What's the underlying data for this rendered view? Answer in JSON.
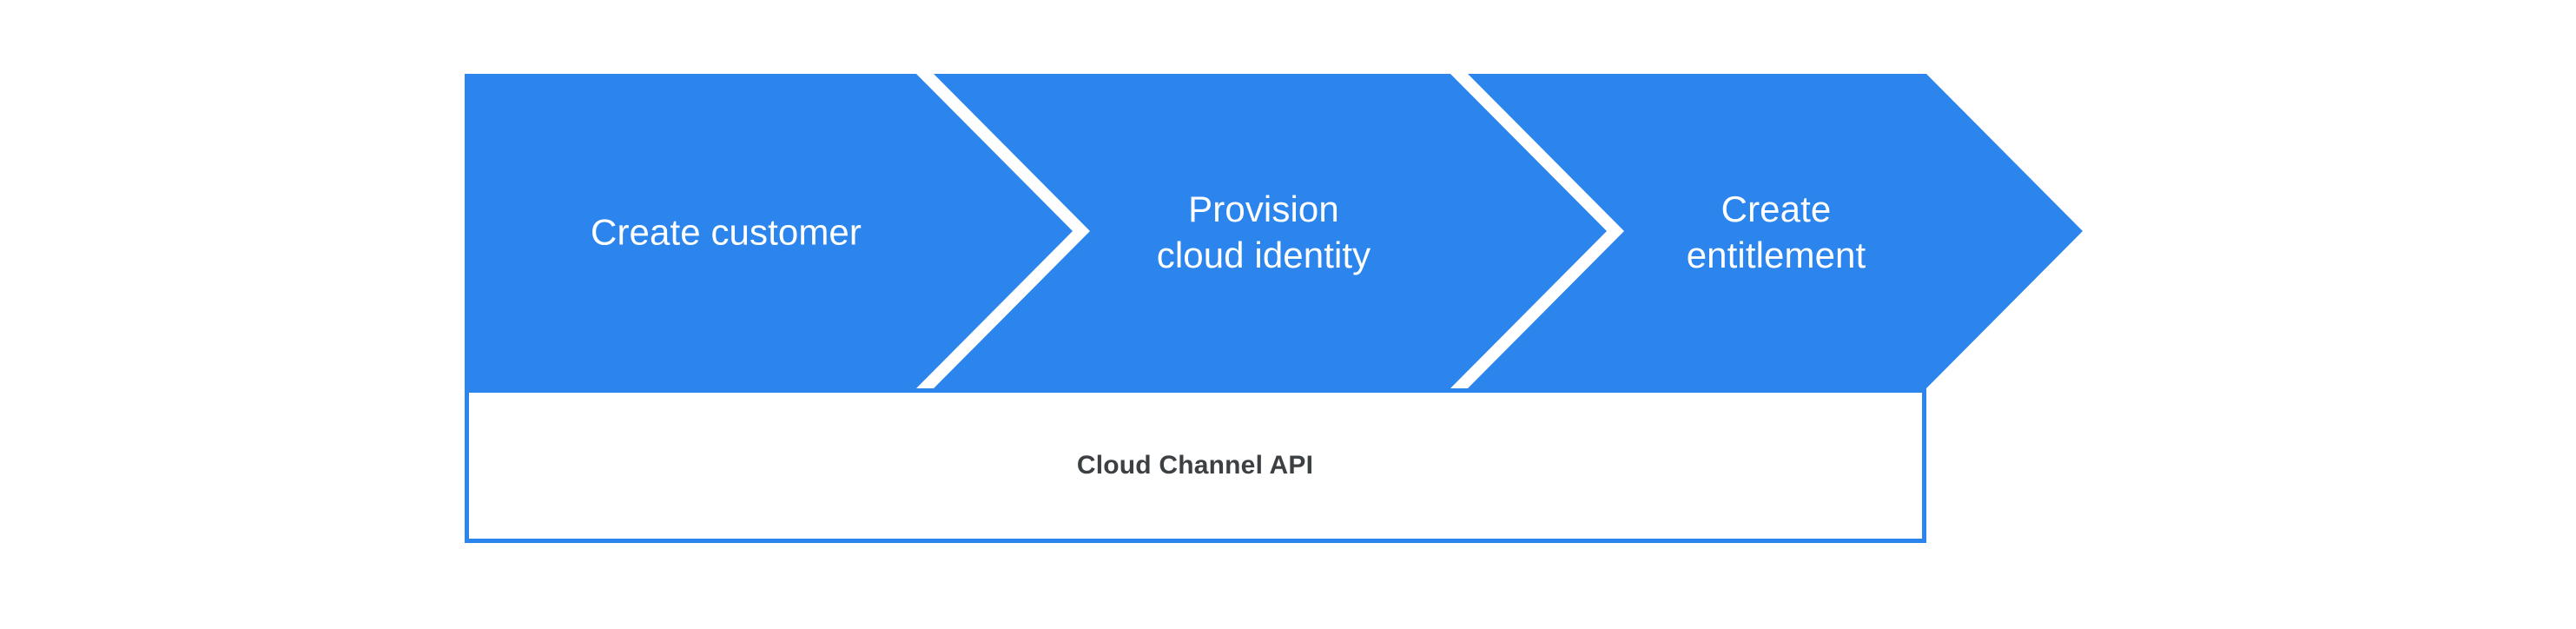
{
  "diagram": {
    "type": "process-flow-chevron",
    "background_color": "#ffffff",
    "accent_color": "#2b85ec",
    "label_color": "#ffffff",
    "footer_text_color": "#3c4043",
    "steps": [
      {
        "index": 1,
        "label": "Create customer"
      },
      {
        "index": 2,
        "label": "Provision\ncloud identity"
      },
      {
        "index": 3,
        "label": "Create\nentitlement"
      }
    ],
    "footer": {
      "label": "Cloud Channel API"
    }
  }
}
